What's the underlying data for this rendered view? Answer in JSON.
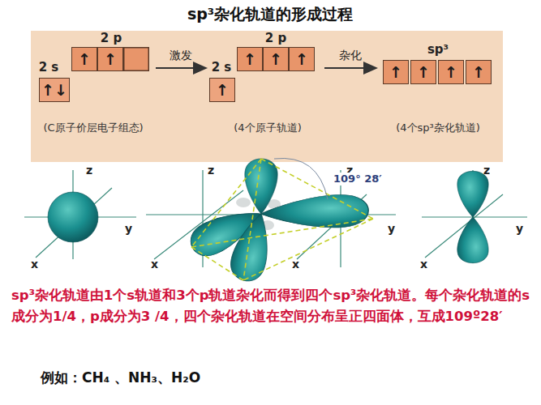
{
  "diagram": {
    "title": "sp³杂化轨道的形成过程",
    "nodes": [
      {
        "text": [
          "↑↓"
        ]
      },
      {
        "text": [
          "↑"
        ]
      },
      {
        "text": [
          "↑"
        ]
      },
      {
        "text": [
          "↑"
        ]
      },
      {
        "text": [
          "↑"
        ]
      },
      {
        "text": [
          "↑"
        ]
      },
      {
        "text": [
          "↑"
        ]
      },
      {
        "text": [
          "↑"
        ]
      },
      {
        "text": [
          "↑"
        ]
      },
      {
        "text": [
          "↑"
        ]
      },
      {
        "text": [
          "↑"
        ]
      }
    ],
    "labels": [
      "2 p",
      "2 s",
      "激发",
      "2 s",
      "2 p",
      "杂化",
      "sp³",
      "(C原子价层电子组态)",
      "(4个原子轨道)",
      "(4个sp³杂化轨道)",
      "z",
      "y",
      "x",
      "z",
      "x",
      "z",
      "y",
      "x",
      "z",
      "y",
      "x",
      "109° 28′",
      "sp³杂化轨道由1个s轨道和3个p轨道杂化而得到四个sp³杂化轨道。每个杂化轨道的s成分为1/4，p成分为3 /4，四个杂化轨道在空间分布呈正四面体，互成109º28′",
      "例如：CH₄ 、NH₃、H₂O"
    ]
  }
}
